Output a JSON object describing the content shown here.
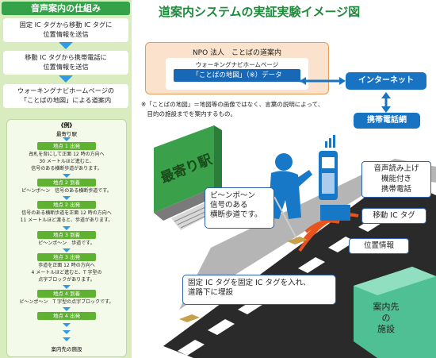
{
  "left": {
    "header": "音声案内の仕組み",
    "steps": [
      "固定 IC タグから移動 IC タグに\n位置情報を送信",
      "移動 IC タグから携帯電話に\n位置情報を送信",
      "ウォーキングナビホームページの\n「ことばの地図」による道案内"
    ],
    "example": {
      "title": "《例》",
      "start": "最寄り駅",
      "items": [
        {
          "label": "地点 1 出発",
          "text": "改札を背にして正面 12 時の方向へ\n30 メートルほど進むと、\n信号のある横断歩道があります。"
        },
        {
          "label": "地点 2 到着",
          "text": "ピ～ンポ～ン　信号のある横断歩道です。"
        },
        {
          "label": "地点 2 出発",
          "text": "信号のある横断歩道を正面 12 時の方向へ\n11 メートルほど渡ると、歩道があります。"
        },
        {
          "label": "地点 3 到着",
          "text": "ピ～ンポ～ン　歩道です。"
        },
        {
          "label": "地点 3 出発",
          "text": "歩道を正面 12 時の方向へ\n4 メートルほど進むと、T 字型の\n点字ブロックがあります。"
        },
        {
          "label": "地点 4 到着",
          "text": "ピ～ンポ～ン　T 字型の点字ブロックです。"
        },
        {
          "label": "地点 4 出発",
          "text": ""
        }
      ],
      "end": "案内先の施設"
    }
  },
  "title": "道案内システムの実証実験イメージ図",
  "npo": {
    "label": "NPO 法人　ことばの道案内",
    "walking_nav": "ウォーキングナビホームページ",
    "map_data": "「ことばの地図」（※）データ"
  },
  "internet": "インターネット",
  "mobile_network": "携帯電話網",
  "footnote": "※「ことばの地図」＝地図等の画像ではなく、言葉の説明によって、\n　目的の施設までを案内するもの。",
  "station_sign": "最寄り駅",
  "speech": "ピ～ンポ～ン\n信号のある\n横断歩道です。",
  "phone_label": "音声読み上げ\n機能付き\n携帯電話",
  "mobile_tag_label": "移動 IC タグ",
  "position_info": "位置情報",
  "fixed_tag_note": "固定 IC タグを固定 IC タグを入れ、\n道路下に埋設",
  "destination": "案内先\nの\n施設",
  "colors": {
    "green": "#35a24a",
    "blue": "#1873c3",
    "orange": "#f4a460",
    "wave": "#e8531e"
  }
}
